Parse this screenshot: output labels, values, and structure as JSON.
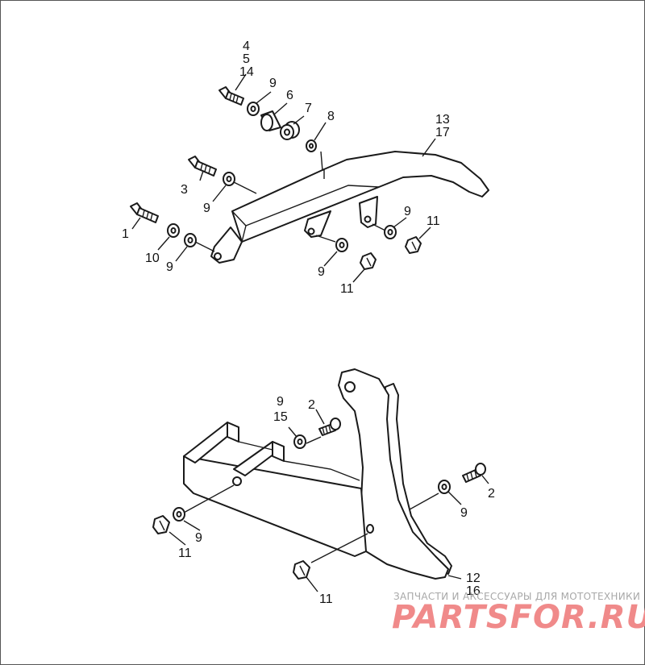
{
  "callouts": {
    "top": {
      "c4": "4",
      "c5": "5",
      "c14": "14",
      "c9a": "9",
      "c6": "6",
      "c7": "7",
      "c8": "8",
      "c13": "13",
      "c17": "17",
      "c3": "3",
      "c9b": "9",
      "c1": "1",
      "c10": "10",
      "c9c": "9",
      "c9d": "9",
      "c11a": "11",
      "c9e": "9",
      "c11b": "11"
    },
    "bottom": {
      "c9f": "9",
      "c15": "15",
      "c2a": "2",
      "c2b": "2",
      "c9g": "9",
      "c9h": "9",
      "c11c": "11",
      "c12": "12",
      "c16": "16",
      "c11d": "11"
    }
  },
  "watermark": {
    "tagline": "ЗАПЧАСТИ И АКСЕССУАРЫ ДЛЯ МОТОТЕХНИКИ",
    "logo": "PARTSFOR.RU"
  },
  "colors": {
    "line": "#1a1a1a",
    "watermark_logo": "#f08a8a",
    "watermark_text": "#a8a8a8"
  }
}
